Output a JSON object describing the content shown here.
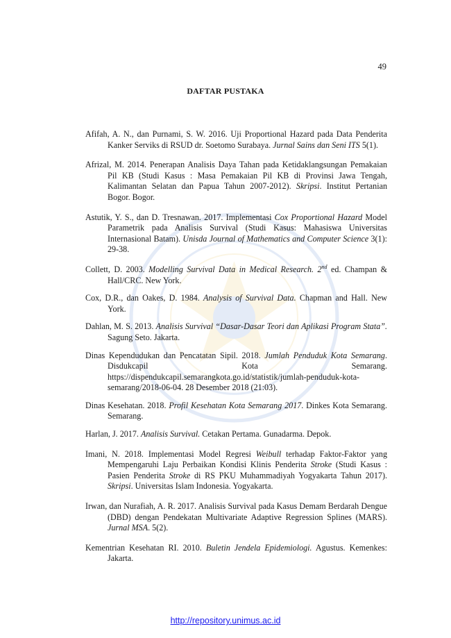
{
  "page_number": "49",
  "title": "DAFTAR PUSTAKA",
  "footer_link": "http://repository.unimus.ac.id",
  "watermark_colors": {
    "primary": "#3a6fc4",
    "accent": "#e2b43a"
  },
  "references": [
    {
      "segments": [
        {
          "t": "Afifah, A. N., dan Purnami, S. W. 2016. Uji Proportional Hazard pada Data Penderita Kanker Serviks di RSUD dr. Soetomo Surabaya. "
        },
        {
          "t": "Jurnal Sains dan Seni ITS",
          "i": true
        },
        {
          "t": " 5(1)."
        }
      ]
    },
    {
      "segments": [
        {
          "t": "Afrizal, M. 2014. Penerapan Analisis Daya Tahan pada Ketidaklangsungan Pemakaian Pil KB (Studi Kasus : Masa Pemakaian Pil KB di Provinsi Jawa Tengah, Kalimantan Selatan dan Papua Tahun 2007-2012). "
        },
        {
          "t": "Skripsi",
          "i": true
        },
        {
          "t": ". Institut Pertanian Bogor. Bogor."
        }
      ]
    },
    {
      "segments": [
        {
          "t": "Astutik, Y. S., dan D. Tresnawan. 2017. Implementasi "
        },
        {
          "t": "Cox Proportional Hazard",
          "i": true
        },
        {
          "t": " Model Parametrik pada Analisis Survival (Studi Kasus: Mahasiswa Universitas Internasional Batam). "
        },
        {
          "t": "Unisda Journal of Mathematics and Computer Science",
          "i": true
        },
        {
          "t": " 3(1): 29-38."
        }
      ]
    },
    {
      "segments": [
        {
          "t": "Collett, D. 2003. "
        },
        {
          "t": "Modelling Survival Data in Medical Research. 2",
          "i": true
        },
        {
          "t": "nd",
          "i": true,
          "sup": true
        },
        {
          "t": " ed. Champan & Hall/CRC. New York."
        }
      ]
    },
    {
      "segments": [
        {
          "t": "Cox, D.R., dan Oakes, D. 1984. "
        },
        {
          "t": "Analysis of Survival Data.",
          "i": true
        },
        {
          "t": "  Chapman and Hall. New York."
        }
      ]
    },
    {
      "segments": [
        {
          "t": "Dahlan, M. S. 2013. "
        },
        {
          "t": "Analisis Survival “Dasar-Dasar Teori dan Aplikasi Program Stata”.",
          "i": true
        },
        {
          "t": " Sagung Seto. Jakarta."
        }
      ]
    },
    {
      "segments": [
        {
          "t": "Dinas Kependudukan dan Pencatatan Sipil. 2018. "
        },
        {
          "t": "Jumlah Penduduk Kota Semarang",
          "i": true
        },
        {
          "t": ". Disdukcapil Kota Semarang. https://dispendukcapil.semarangkota.go.id/statistik/jumlah-penduduk-kota-semarang/2018-06-04. 28 Desember 2018 (21:03)."
        }
      ]
    },
    {
      "segments": [
        {
          "t": "Dinas Kesehatan. 2018. "
        },
        {
          "t": "Profil Kesehatan Kota Semarang 2017",
          "i": true
        },
        {
          "t": ". Dinkes Kota Semarang. Semarang."
        }
      ]
    },
    {
      "segments": [
        {
          "t": "Harlan, J. 2017. "
        },
        {
          "t": "Analisis Survival.",
          "i": true
        },
        {
          "t": " Cetakan Pertama. Gunadarma. Depok."
        }
      ]
    },
    {
      "segments": [
        {
          "t": "Imani, N. 2018. Implementasi Model Regresi "
        },
        {
          "t": "Weibull",
          "i": true
        },
        {
          "t": " terhadap Faktor-Faktor yang Mempengaruhi Laju Perbaikan Kondisi Klinis Penderita "
        },
        {
          "t": "Stroke",
          "i": true
        },
        {
          "t": " (Studi Kasus : Pasien Penderita "
        },
        {
          "t": "Stroke",
          "i": true
        },
        {
          "t": " di RS PKU Muhammadiyah Yogyakarta Tahun 2017). "
        },
        {
          "t": "Skripsi",
          "i": true
        },
        {
          "t": ". Universitas Islam Indonesia. Yogyakarta."
        }
      ]
    },
    {
      "segments": [
        {
          "t": "Irwan, dan Nurafiah, A. R. 2017. Analisis Survival pada Kasus Demam Berdarah Dengue (DBD) dengan Pendekatan Multivariate Adaptive Regression Splines (MARS). "
        },
        {
          "t": "Jurnal MSA",
          "i": true
        },
        {
          "t": ". 5(2)."
        }
      ]
    },
    {
      "segments": [
        {
          "t": "Kementrian Kesehatan RI. 2010. "
        },
        {
          "t": "Buletin Jendela Epidemiologi.",
          "i": true
        },
        {
          "t": " Agustus. Kemenkes: Jakarta."
        }
      ]
    }
  ]
}
